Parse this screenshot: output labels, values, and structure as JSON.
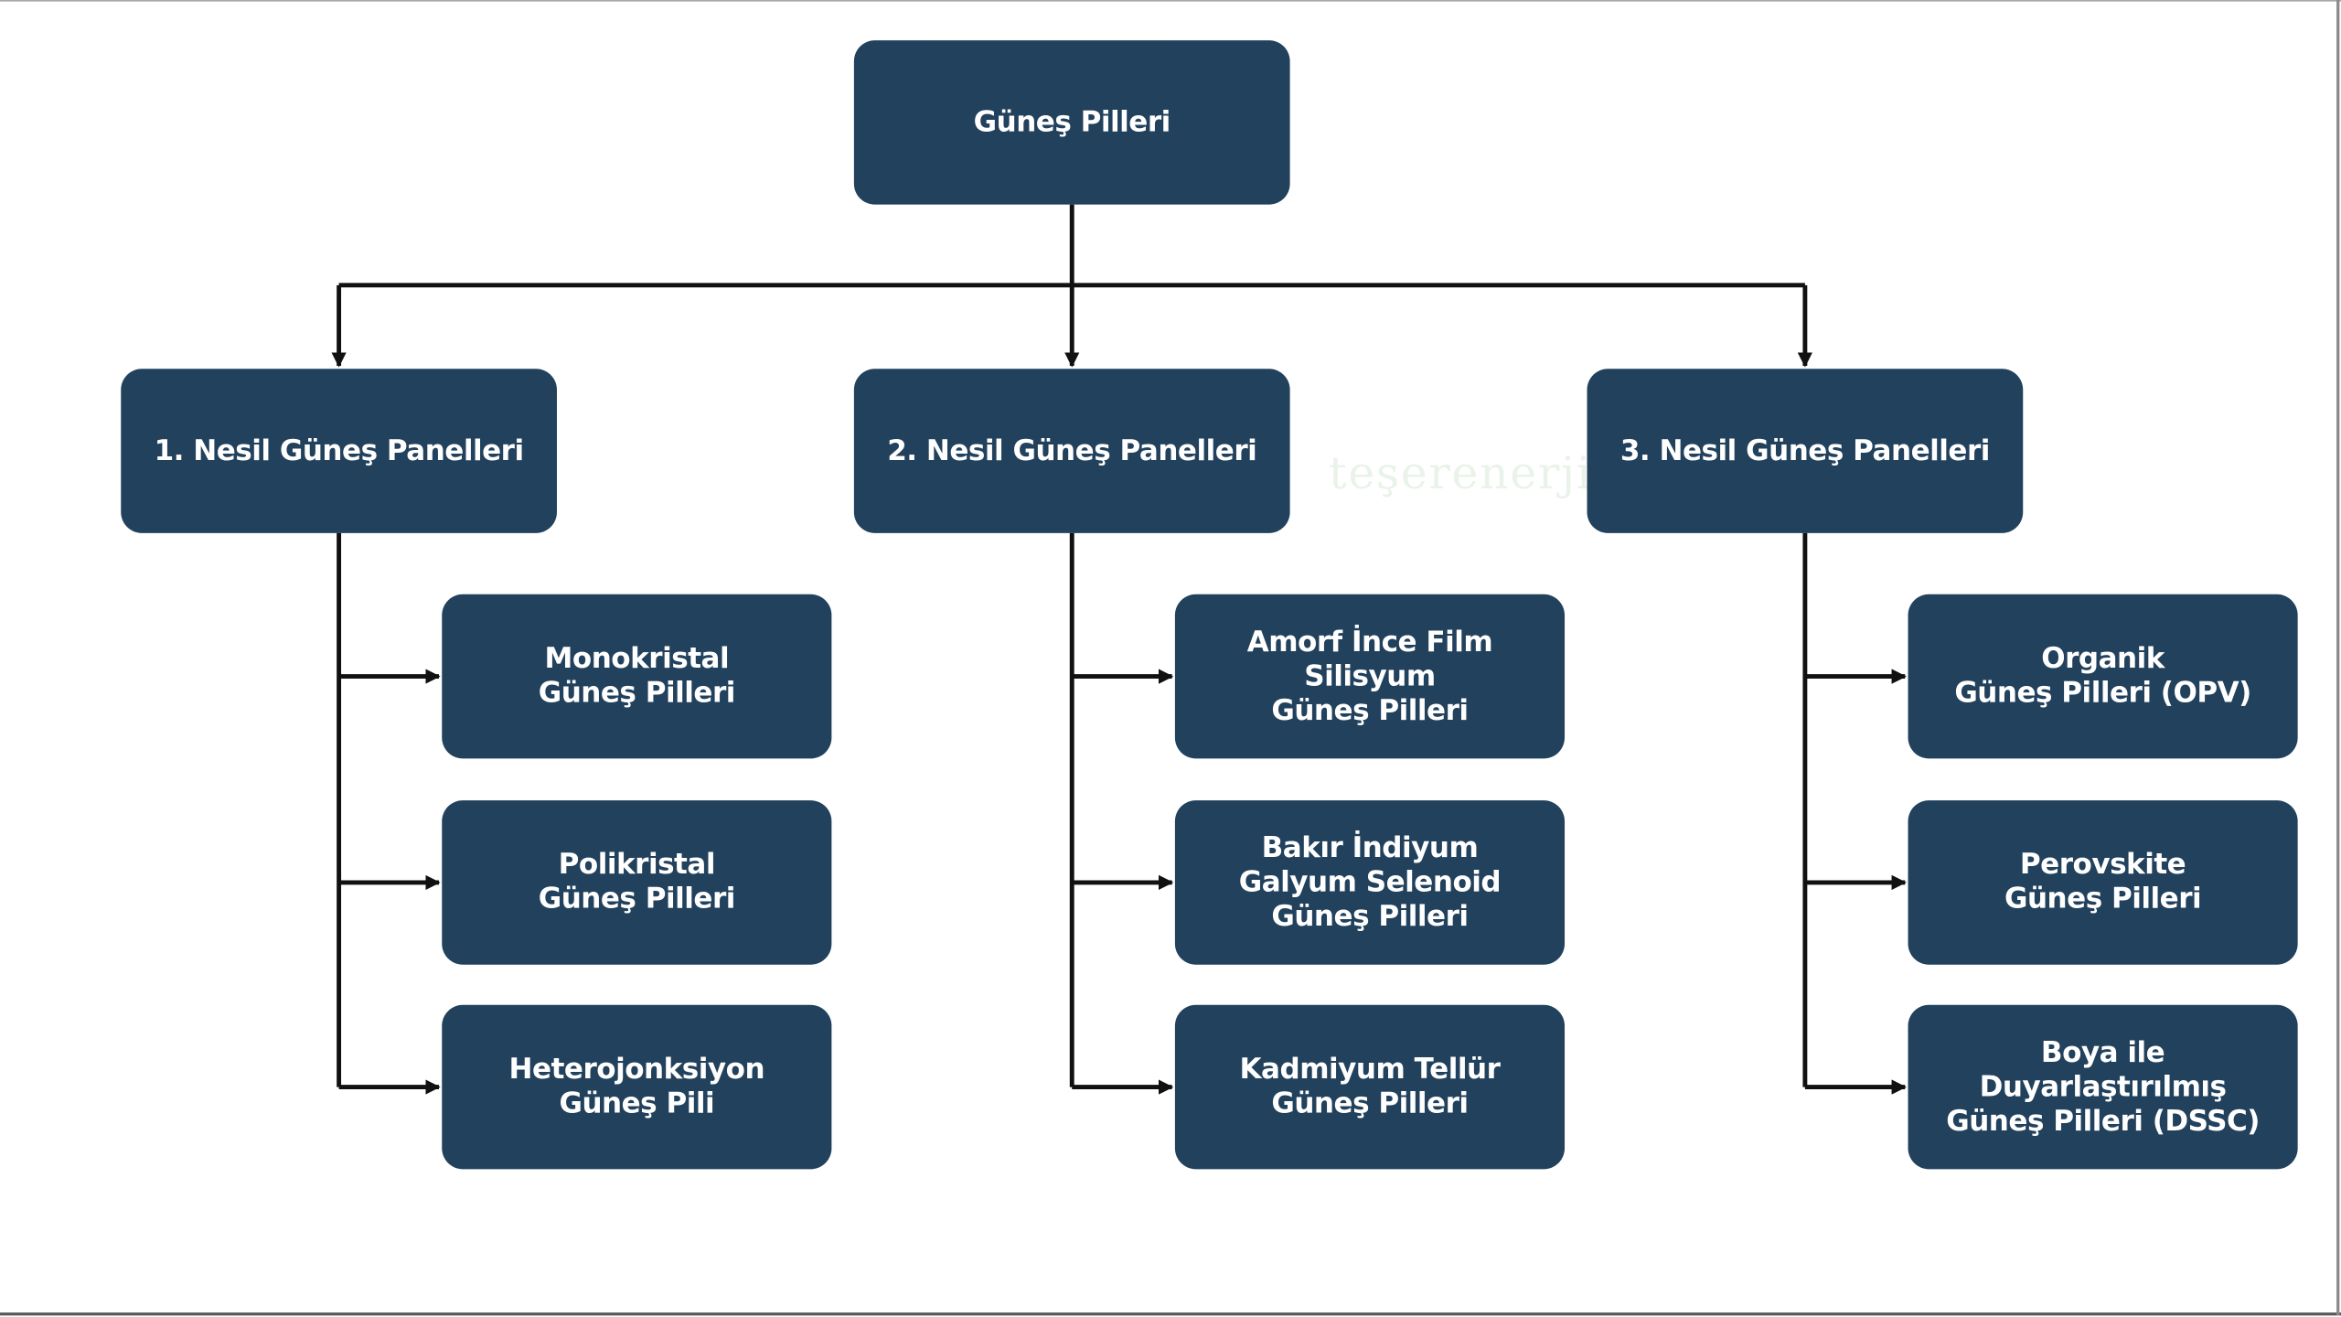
{
  "root": {
    "label": "Güneş Pilleri"
  },
  "generations": [
    {
      "label": "1. Nesil Güneş Panelleri",
      "children": [
        {
          "lines": [
            "Monokristal",
            "Güneş Pilleri"
          ]
        },
        {
          "lines": [
            "Polikristal",
            "Güneş Pilleri"
          ]
        },
        {
          "lines": [
            "Heterojonksiyon",
            "Güneş Pili"
          ]
        }
      ]
    },
    {
      "label": "2. Nesil Güneş Panelleri",
      "children": [
        {
          "lines": [
            "Amorf İnce Film",
            "Silisyum",
            "Güneş Pilleri"
          ]
        },
        {
          "lines": [
            "Bakır İndiyum",
            "Galyum Selenoid",
            "Güneş Pilleri"
          ]
        },
        {
          "lines": [
            "Kadmiyum Tellür",
            "Güneş Pilleri"
          ]
        }
      ]
    },
    {
      "label": "3. Nesil Güneş Panelleri",
      "children": [
        {
          "lines": [
            "Organik",
            "Güneş Pilleri (OPV)"
          ]
        },
        {
          "lines": [
            "Perovskite",
            "Güneş Pilleri"
          ]
        },
        {
          "lines": [
            "Boya ile",
            "Duyarlaştırılmış",
            "Güneş Pilleri (DSSC)"
          ]
        }
      ]
    }
  ],
  "watermark": "teşerenerji",
  "colors": {
    "box_fill": "#22415d",
    "box_text": "#ffffff",
    "connector": "#111111"
  }
}
